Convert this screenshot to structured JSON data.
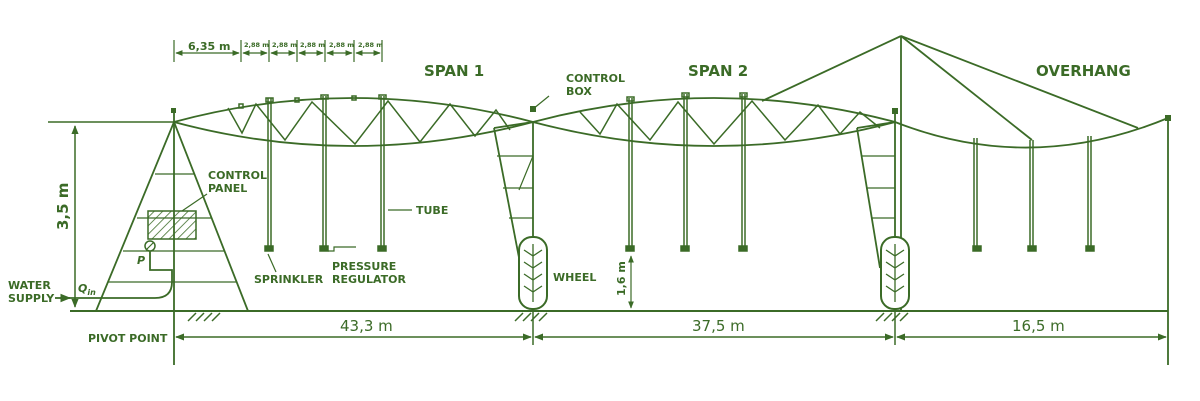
{
  "labels": {
    "span1": "SPAN 1",
    "span2": "SPAN 2",
    "overhang": "OVERHANG",
    "control_box_1": "CONTROL",
    "control_box_2": "BOX",
    "control_panel_1": "CONTROL",
    "control_panel_2": "PANEL",
    "tube": "TUBE",
    "sprinkler": "SPRINKLER",
    "pressure_regulator_1": "PRESSURE",
    "pressure_regulator_2": "REGULATOR",
    "wheel": "WHEEL",
    "water_supply_1": "WATER",
    "water_supply_2": "SUPPLY",
    "pivot_point": "PIVOT POINT",
    "pressure": "P",
    "flow_q": "Q",
    "flow_sub": "in"
  },
  "dimensions": {
    "height": "3,5 m",
    "first_spacing": "6,35 m",
    "spacings": [
      "2,88 m",
      "2,88 m",
      "2,88 m",
      "2,88 m",
      "2,88 m"
    ],
    "wheel_clearance": "1,6 m",
    "span1_length": "43,3 m",
    "span2_length": "37,5 m",
    "overhang_length": "16,5 m"
  },
  "colors": {
    "line": "#3b6b27"
  }
}
